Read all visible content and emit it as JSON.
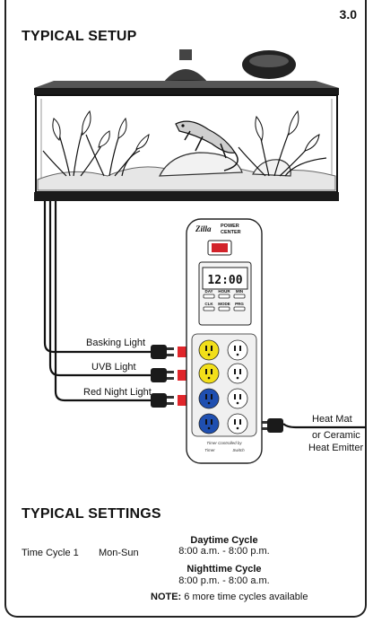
{
  "page_number": "3.0",
  "setup_title": "TYPICAL SETUP",
  "power_center": {
    "brand": "Zilla",
    "name_line1": "POWER",
    "name_line2": "CENTER",
    "timer_display": "12:00",
    "buttons": [
      "DAY",
      "HOUR",
      "MIN",
      "CLK",
      "MODE",
      "PRG"
    ],
    "footer_line1": "Timer Controlled by",
    "footer_line2_left": "Timer",
    "footer_line2_right": "Switch"
  },
  "connections": {
    "basking": "Basking Light",
    "uvb": "UVB Light",
    "red_night": "Red Night Light",
    "heat_line1": "Heat Mat",
    "heat_line2": "or Ceramic",
    "heat_line3": "Heat Emitter"
  },
  "colors": {
    "yellow_outlet": "#f2df1a",
    "blue_outlet": "#1f4fb0",
    "arrow_red": "#e0262b",
    "switch_red": "#d2232a"
  },
  "settings_title": "TYPICAL SETTINGS",
  "settings": {
    "cycle_label": "Time Cycle 1",
    "days": "Mon-Sun",
    "day_title": "Daytime Cycle",
    "day_time": "8:00 a.m. - 8:00 p.m.",
    "night_title": "Nighttime Cycle",
    "night_time": "8:00 p.m. - 8:00 a.m.",
    "note_label": "NOTE:",
    "note_text": "6 more time cycles available"
  }
}
